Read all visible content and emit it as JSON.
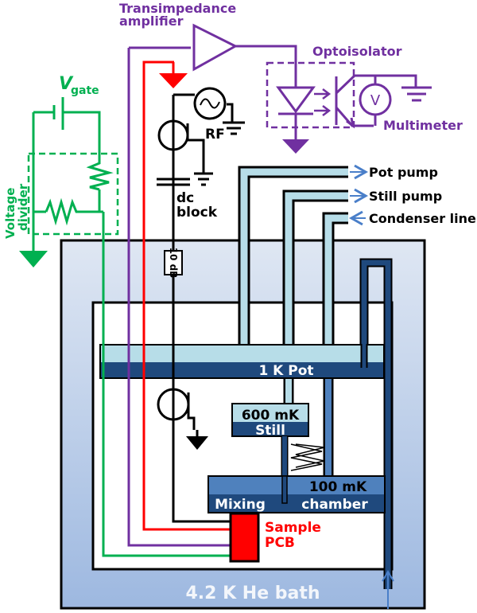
{
  "diagram": {
    "title": "Dilution refrigerator measurement setup",
    "labels": {
      "transimpedance_1": "Transimpedance",
      "transimpedance_2": "amplifier",
      "optoisolator": "Optoisolator",
      "multimeter": "Multimeter",
      "voltmeter_symbol": "V",
      "vgate_main": "V",
      "vgate_sub": "gate",
      "voltage_divider_1": "Voltage",
      "voltage_divider_2": "divider",
      "rf": "RF",
      "dc_block_1": "dc",
      "dc_block_2": "block",
      "attenuator": "10 dB",
      "pot_pump": "Pot pump",
      "still_pump": "Still pump",
      "condenser_line": "Condenser line",
      "one_k_pot": "1 K Pot",
      "still_temp": "600 mK",
      "still": "Still",
      "mixing": "Mixing",
      "mc_temp": "100 mK",
      "chamber": "chamber",
      "sample_1": "Sample",
      "sample_2": "PCB",
      "he_bath": "4.2 K He bath"
    },
    "colors": {
      "purple": "#7030a0",
      "red": "#ff0000",
      "green": "#00b050",
      "black": "#000000",
      "light_blue": "#b7dde8",
      "dark_blue": "#1f497d",
      "mid_blue": "#4f81bd",
      "bath_top": "#dce6f2",
      "bath_bottom": "#95b3d7"
    }
  }
}
